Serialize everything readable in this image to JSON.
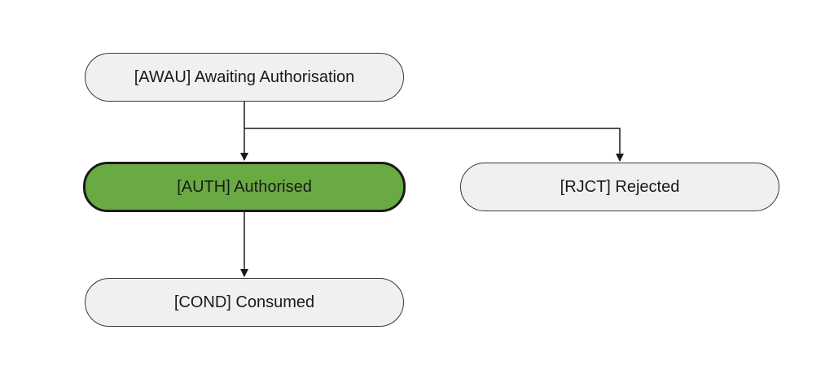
{
  "nodes": {
    "awau": {
      "label": "[AWAU] Awaiting Authorisation",
      "state": "default"
    },
    "auth": {
      "label": "[AUTH] Authorised",
      "state": "current"
    },
    "rjct": {
      "label": "[RJCT] Rejected",
      "state": "default"
    },
    "cond": {
      "label": "[COND] Consumed",
      "state": "default"
    }
  },
  "edges": [
    {
      "from": "awau",
      "to": "auth"
    },
    {
      "from": "awau",
      "to": "rjct"
    },
    {
      "from": "auth",
      "to": "cond"
    }
  ],
  "colors": {
    "node_fill": "#f0f0f0",
    "active_fill": "#6aaa43",
    "stroke": "#1a1a1a"
  }
}
